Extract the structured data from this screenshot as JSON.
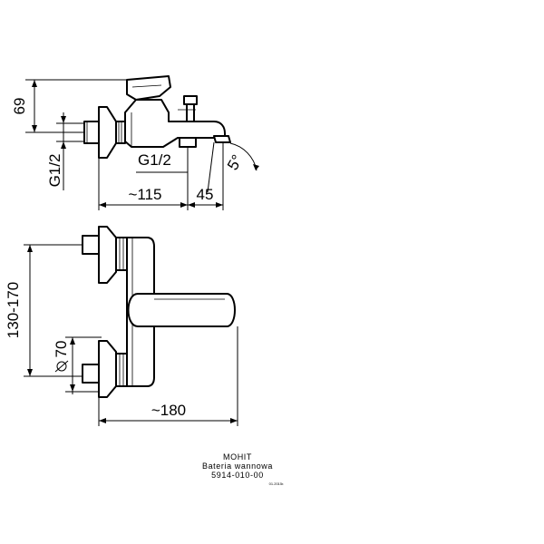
{
  "dimensions": {
    "height_top": "69",
    "thread_left": "G1/2",
    "thread_bottom": "G1/2",
    "angle": "5°",
    "length_body": "~115",
    "length_spout": "45",
    "height_range": "130-170",
    "diameter": "70",
    "width_total": "~180"
  },
  "title_block": {
    "name": "MOHIT",
    "description": "Bateria wannowa",
    "code": "5914-010-00",
    "date": "01.2015r."
  }
}
